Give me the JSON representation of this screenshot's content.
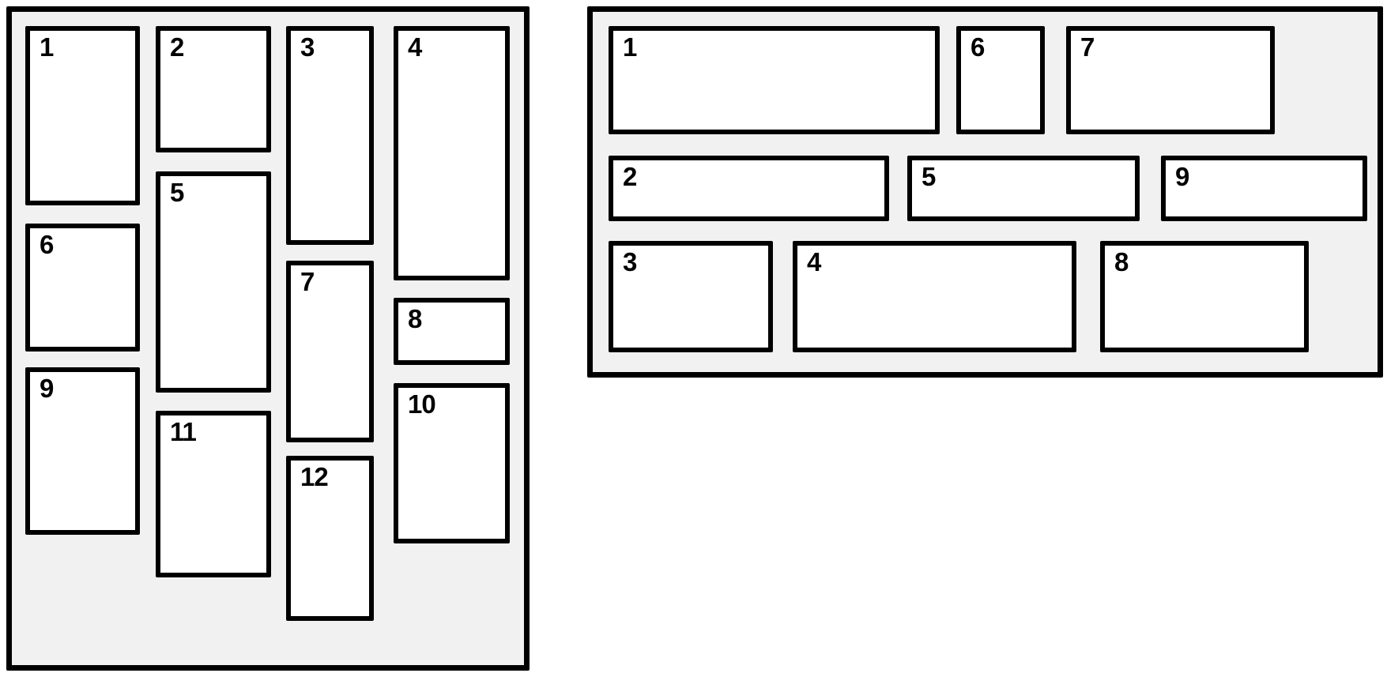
{
  "colors": {
    "page_bg": "#ffffff",
    "panel_bg": "#f1f1f1",
    "panel_border": "#000000",
    "item_bg": "#ffffff",
    "item_border": "#000000",
    "label_color": "#000000"
  },
  "left_panel": {
    "items": [
      {
        "label": "1"
      },
      {
        "label": "2"
      },
      {
        "label": "3"
      },
      {
        "label": "4"
      },
      {
        "label": "5"
      },
      {
        "label": "6"
      },
      {
        "label": "7"
      },
      {
        "label": "8"
      },
      {
        "label": "9"
      },
      {
        "label": "10"
      },
      {
        "label": "11"
      },
      {
        "label": "12"
      }
    ]
  },
  "right_panel": {
    "items": [
      {
        "label": "1"
      },
      {
        "label": "2"
      },
      {
        "label": "3"
      },
      {
        "label": "4"
      },
      {
        "label": "5"
      },
      {
        "label": "6"
      },
      {
        "label": "7"
      },
      {
        "label": "8"
      },
      {
        "label": "9"
      }
    ]
  }
}
